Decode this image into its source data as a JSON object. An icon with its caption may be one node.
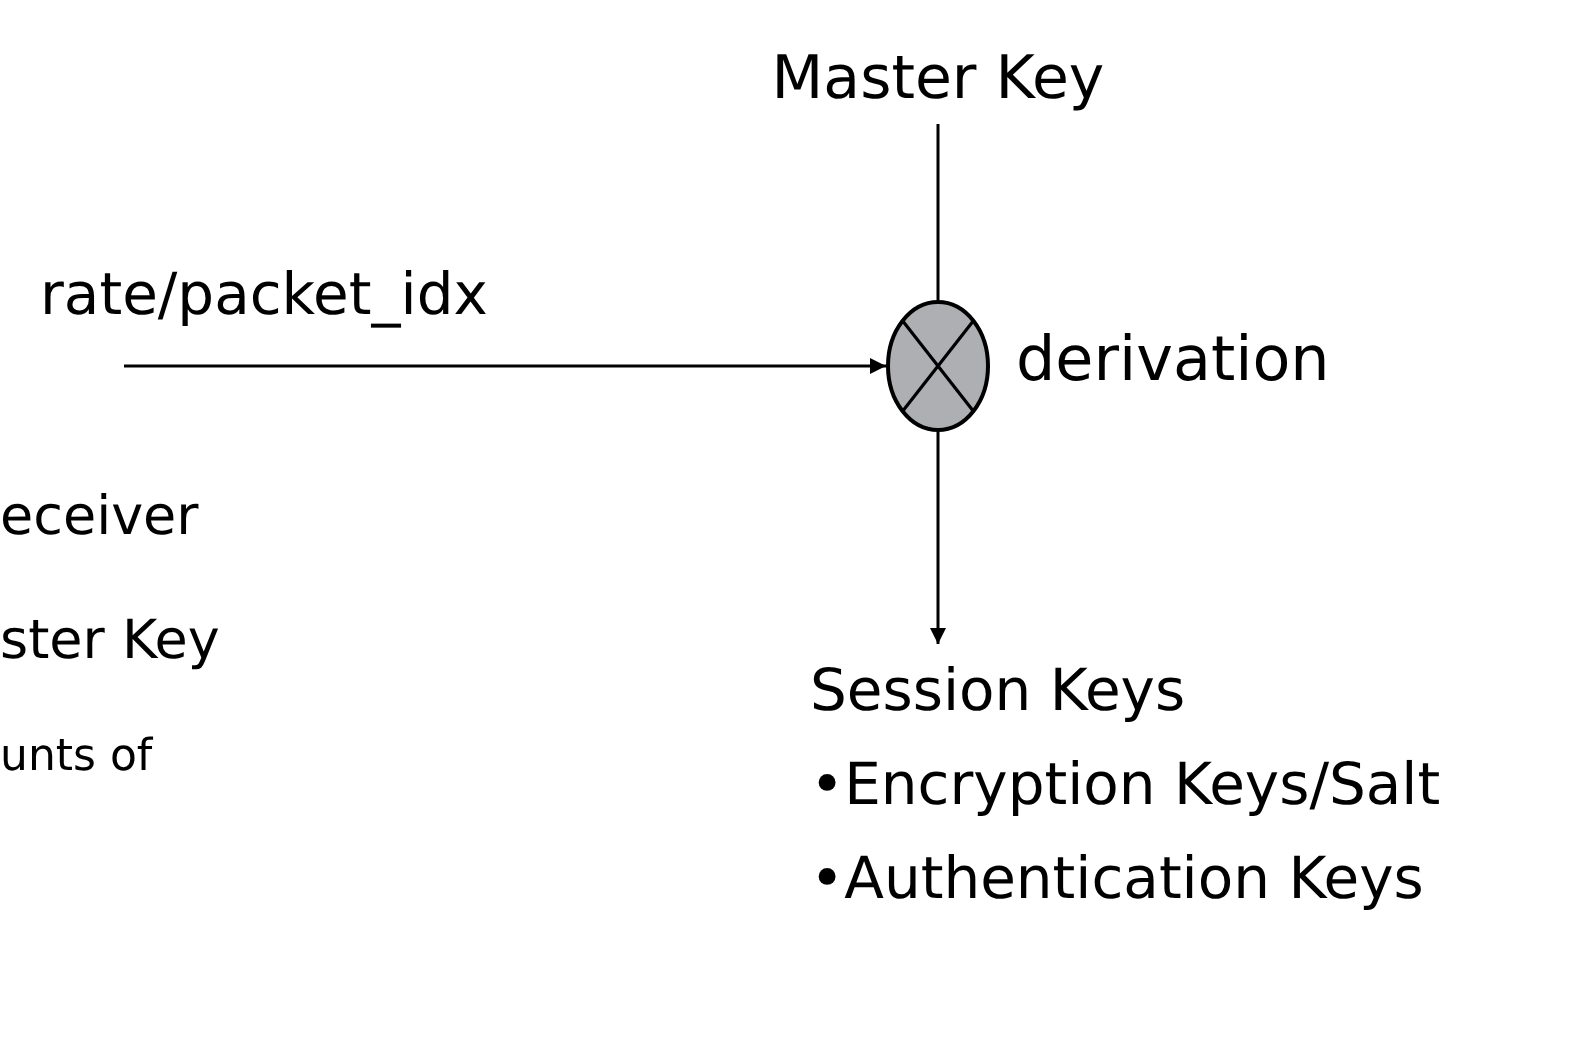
{
  "diagram": {
    "nodes": [
      {
        "text": [
          "Master Key"
        ]
      },
      {
        "text": [],
        "shape": "circle",
        "beside": [
          "derivation"
        ]
      },
      {
        "text": [
          "Session Keys",
          "•Encryption Keys/Salt",
          "•Authentication Keys"
        ]
      }
    ],
    "edges": [
      {
        "from": 0,
        "to": 1,
        "arrow": "none"
      },
      {
        "from": null,
        "to": 1,
        "arrow": "to",
        "label": "rate/packet_idx"
      },
      {
        "from": 1,
        "to": 2,
        "arrow": "to"
      }
    ],
    "labels": [
      "eceiver",
      "ster Key",
      "unts of"
    ]
  }
}
